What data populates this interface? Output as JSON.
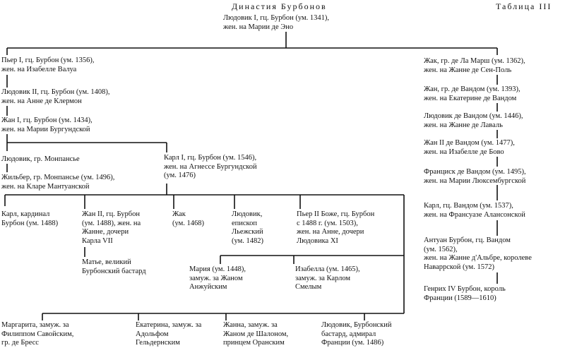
{
  "header": {
    "title": "Династия Бурбонов",
    "table_label": "Таблица III"
  },
  "persons": {
    "louis1": "Людовик I, гц. Бурбон (ум. 1341),\nжен. на Марии де Эно",
    "pierre1": "Пьер I, гц. Бурбон (ум. 1356),\nжен. на Изабелле Валуа",
    "louis2": "Людовик II, гц. Бурбон (ум. 1408),\nжен. на Анне де Клермон",
    "jean1": "Жан I, гц. Бурбон (ум. 1434),\nжен. на Марии Бургундской",
    "louis_montpensier": "Людовик, гр. Монпансье",
    "gilbert": "Жильбер, гр. Монпансье (ум. 1496),\nжен. на Кларе Мантуанской",
    "charles1": "Карл I, гц. Бурбон (ум. 1546),\nжен. на Агнессе Бургундской\n(ум. 1476)",
    "cardinal": "Карл, кардинал\nБурбон (ум. 1488)",
    "jean2": "Жан II, гц. Бурбон\n(ум. 1488), жен. на\nЖанне, дочери\nКарла VII",
    "jacques1468": "Жак\n(ум. 1468)",
    "louis_bishop": "Людовик,\nепископ\nЛьежский\n(ум. 1482)",
    "pierre2": "Пьер II Боже, гц. Бурбон\nс 1488 г. (ум. 1503),\nжен. на Анне, дочери\nЛюдовика XI",
    "mathieu": "Матье, великий\nБурбонский бастард",
    "marie1448": "Мария (ум. 1448),\nзамуж. за Жаном\nАнжуйским",
    "isabelle1465": "Изабелла (ум. 1465),\nзамуж. за Карлом\nСмелым",
    "marguerite": "Маргарита, замуж. за\nФилиппом Савойским,\nгр. де Бресс",
    "catherine": "Екатерина, замуж. за\nАдольфом\nГельдернским",
    "jeanne": "Жанна, замуж. за\nЖаном де Шалоном,\nпринцем Оранским",
    "louis_bastard": "Людовик, Бурбонский\nбастард, адмирал\nФранции (ум. 1486)",
    "jacques_marche": "Жак, гр. де Ла Марш (ум. 1362),\nжен. на Жанне де Сен-Поль",
    "jean_vendome": "Жан, гр. де Вандом (ум. 1393),\nжен. на Екатерине де Вандом",
    "louis_vendome": "Людовик де Вандом (ум. 1446),\nжен. на Жанне де Лаваль",
    "jean2_vendome": "Жан II де Вандом (ум. 1477),\nжен. на Изабелле де Бово",
    "francois_vendome": "Франциск де Вандом (ум. 1495),\nжен. на Марии Люксембургской",
    "charles_vendome": "Карл, гц. Вандом (ум. 1537),\nжен. на Франсуазе Алансонской",
    "antoine": "Антуан Бурбон, гц. Вандом\n(ум. 1562),\nжен. на Жанне д'Альбре, королеве\nНаваррской (ум. 1572)",
    "henri4": "Генрих IV Бурбон, король\nФранции (1589—1610)"
  }
}
